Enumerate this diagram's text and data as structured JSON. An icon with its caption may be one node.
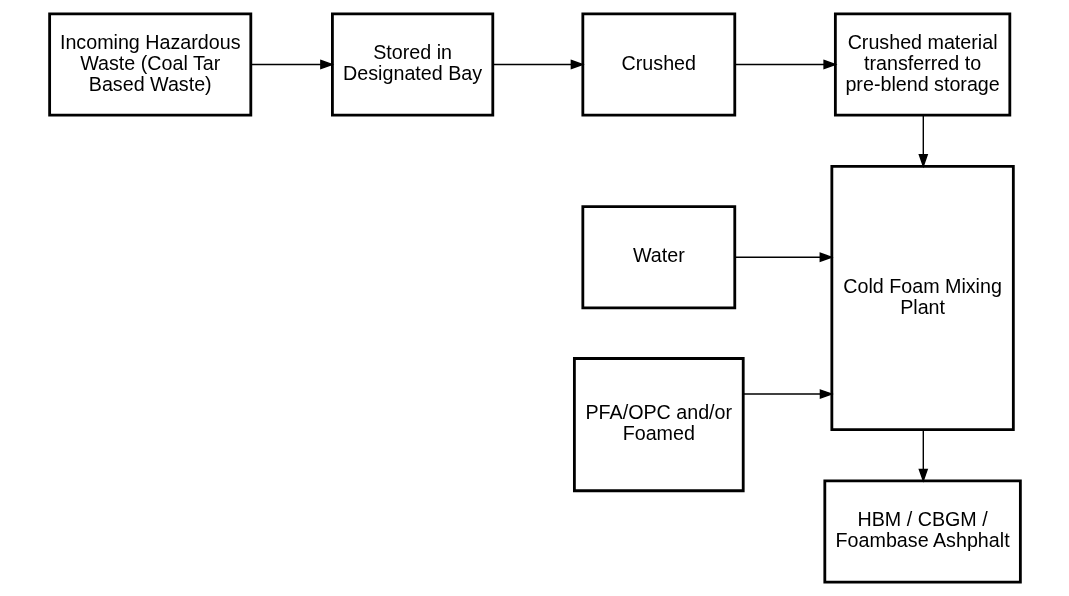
{
  "diagram": {
    "nodes": [
      {
        "text": [
          "Incoming Hazardous Waste (Coal Tar Based Waste)"
        ]
      },
      {
        "text": [
          "Stored in Designated Bay"
        ]
      },
      {
        "text": [
          "Crushed"
        ]
      },
      {
        "text": [
          "Crushed material transferred to pre-blend storage"
        ]
      },
      {
        "text": [
          "Water"
        ]
      },
      {
        "text": [
          "PFA/OPC and/or Foamed"
        ]
      },
      {
        "text": [
          "Cold Foam Mixing Plant"
        ]
      },
      {
        "text": [
          "HBM / CBGM / Foambase Ashphalt"
        ]
      }
    ],
    "edges": [
      {
        "from": 0,
        "to": 1,
        "arrow": "to"
      },
      {
        "from": 1,
        "to": 2,
        "arrow": "to"
      },
      {
        "from": 2,
        "to": 3,
        "arrow": "to"
      },
      {
        "from": 3,
        "to": 6,
        "arrow": "to"
      },
      {
        "from": 4,
        "to": 6,
        "arrow": "to"
      },
      {
        "from": 5,
        "to": 6,
        "arrow": "to"
      },
      {
        "from": 6,
        "to": 7,
        "arrow": "to"
      }
    ]
  }
}
